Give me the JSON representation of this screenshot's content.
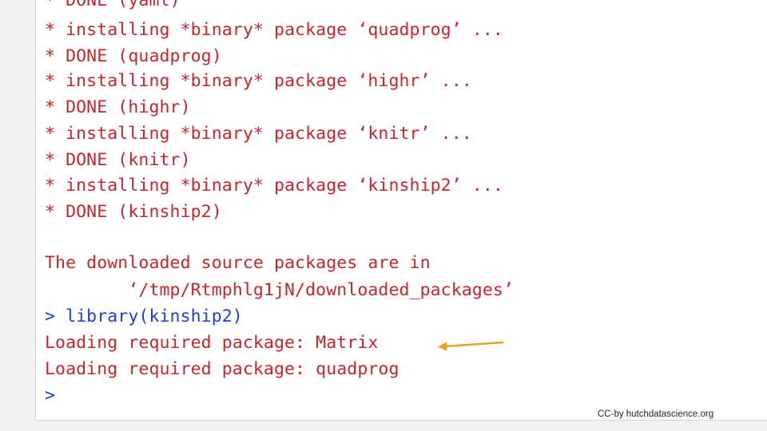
{
  "console": {
    "lines": [
      "* DONE (yaml)",
      "* installing *binary* package ‘quadprog’ ...",
      "* DONE (quadprog)",
      "* installing *binary* package ‘highr’ ...",
      "* DONE (highr)",
      "* installing *binary* package ‘knitr’ ...",
      "* DONE (knitr)",
      "* installing *binary* package ‘kinship2’ ...",
      "* DONE (kinship2)",
      "The downloaded source packages are in",
      "        ‘/tmp/Rtmphlg1jN/downloaded_packages’",
      "> library(kinship2)",
      "Loading required package: Matrix",
      "Loading required package: quadprog",
      ">"
    ]
  },
  "colors": {
    "output": "#c4262b",
    "command": "#1f3ed6",
    "arrow": "#f0a020"
  },
  "credit": "CC-by hutchdatascience.org"
}
